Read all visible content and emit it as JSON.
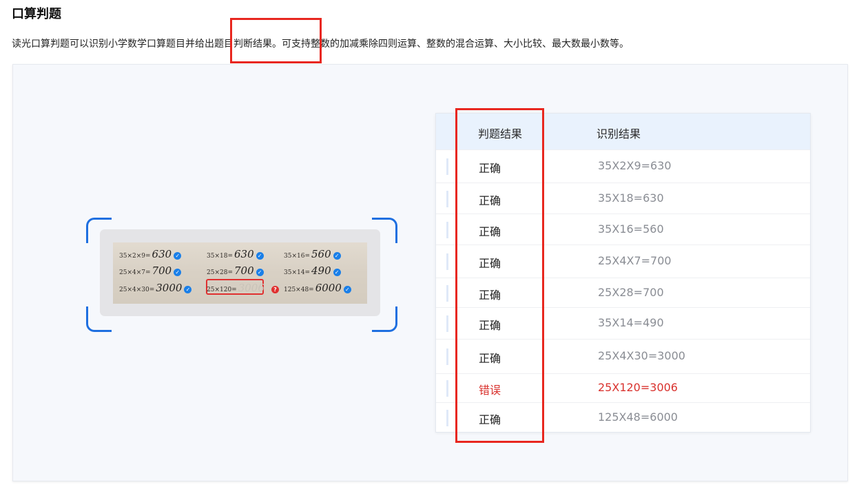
{
  "title": "口算判题",
  "description": "读光口算判题可以识别小学数学口算题目并给出题目判断结果。可支持整数的加减乘除四则运算、整数的混合运算、大小比较、最大数最小数等。",
  "photo": {
    "rows": [
      [
        {
          "expr": "35×2×9=",
          "answer": "630",
          "status": "correct"
        },
        {
          "expr": "35×18=",
          "answer": "630",
          "status": "correct"
        },
        {
          "expr": "35×16=",
          "answer": "560",
          "status": "correct"
        }
      ],
      [
        {
          "expr": "25×4×7=",
          "answer": "700",
          "status": "correct"
        },
        {
          "expr": "25×28=",
          "answer": "700",
          "status": "correct"
        },
        {
          "expr": "35×14=",
          "answer": "490",
          "status": "correct"
        }
      ],
      [
        {
          "expr": "25×4×30=",
          "answer": "3000",
          "status": "correct"
        },
        {
          "expr": "25×120=",
          "answer": "3006",
          "status": "wrong"
        },
        {
          "expr": "125×48=",
          "answer": "6000",
          "status": "correct"
        }
      ]
    ],
    "check_glyph": "✓",
    "question_glyph": "?"
  },
  "table": {
    "headers": [
      "判题结果",
      "识别结果"
    ],
    "rows": [
      {
        "judgement": "正确",
        "recognized": "35X2X9=630",
        "status": "correct"
      },
      {
        "judgement": "正确",
        "recognized": "35X18=630",
        "status": "correct"
      },
      {
        "judgement": "正确",
        "recognized": "35X16=560",
        "status": "correct"
      },
      {
        "judgement": "正确",
        "recognized": "25X4X7=700",
        "status": "correct"
      },
      {
        "judgement": "正确",
        "recognized": "25X28=700",
        "status": "correct"
      },
      {
        "judgement": "正确",
        "recognized": "35X14=490",
        "status": "correct"
      },
      {
        "judgement": "正确",
        "recognized": "25X4X30=3000",
        "status": "correct"
      },
      {
        "judgement": "错误",
        "recognized": "25X120=3006",
        "status": "wrong"
      },
      {
        "judgement": "正确",
        "recognized": "125X48=6000",
        "status": "correct"
      }
    ]
  },
  "colors": {
    "accent": "#1e6fe0",
    "error": "#d9322e",
    "annotation": "#e8271f",
    "header_bg": "#e9f2fd",
    "panel_bg": "#f6f8fc"
  },
  "icons": {
    "correct": "check-circle-icon",
    "wrong": "question-circle-icon"
  }
}
